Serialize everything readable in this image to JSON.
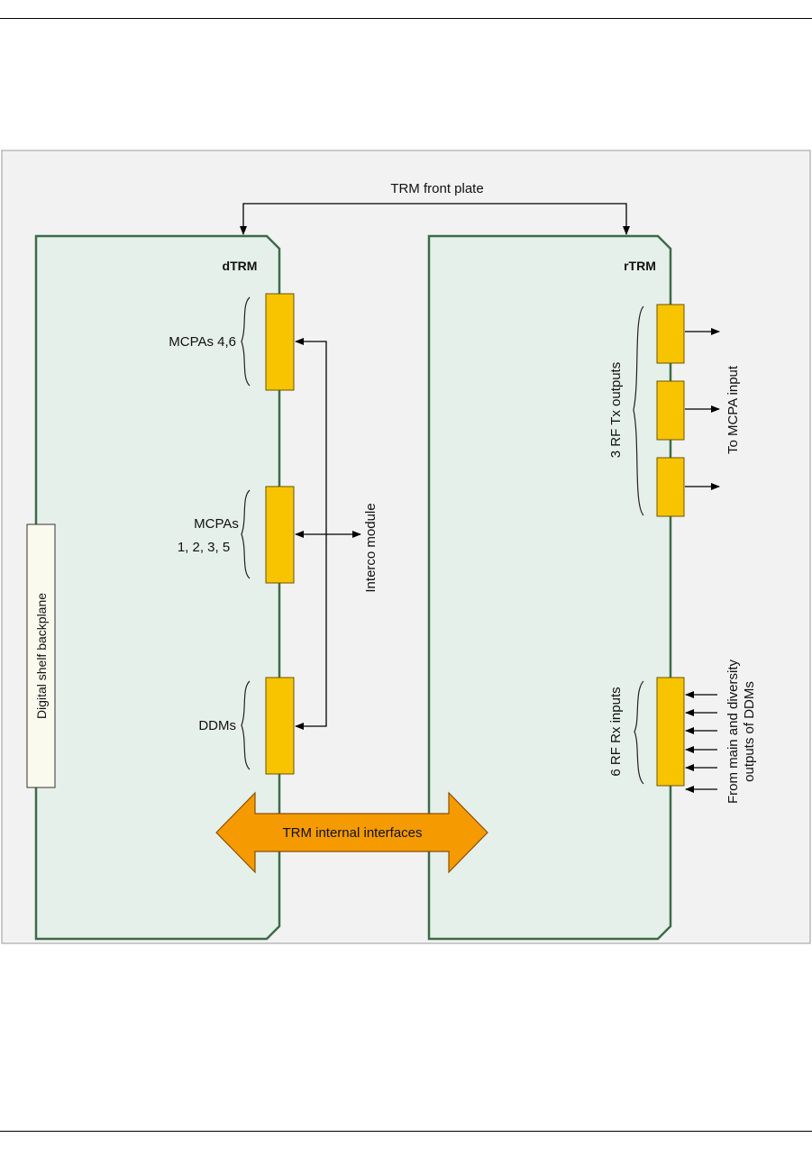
{
  "diagram": {
    "title": "TRM front plate",
    "dtrm_label": "dTRM",
    "rtrm_label": "rTRM",
    "backplane_label": "Digital shelf backplane",
    "mcpa_46_label": "MCPAs 4,6",
    "mcpa_1235_line1": "MCPAs",
    "mcpa_1235_line2": "1, 2, 3, 5",
    "ddm_label": "DDMs",
    "interco_label": "Interco module",
    "internal_label": "TRM internal interfaces",
    "tx_outputs_label": "3 RF Tx outputs",
    "tx_dest_label": "To MCPA input",
    "rx_inputs_label": "6 RF Rx inputs",
    "rx_source_line1": "From main and diversity",
    "rx_source_line2": "outputs of DDMs"
  },
  "colors": {
    "board_fill": "#e6f0ea",
    "board_stroke": "#3d6b4a",
    "connector_fill": "#f8c400",
    "connector_stroke": "#6b5400",
    "interface_fill": "#f59a00",
    "interface_stroke": "#8a5000",
    "backplane_fill": "#fbfaee",
    "frame_fill": "#f2f2f2",
    "frame_stroke": "#9a9a9a"
  }
}
